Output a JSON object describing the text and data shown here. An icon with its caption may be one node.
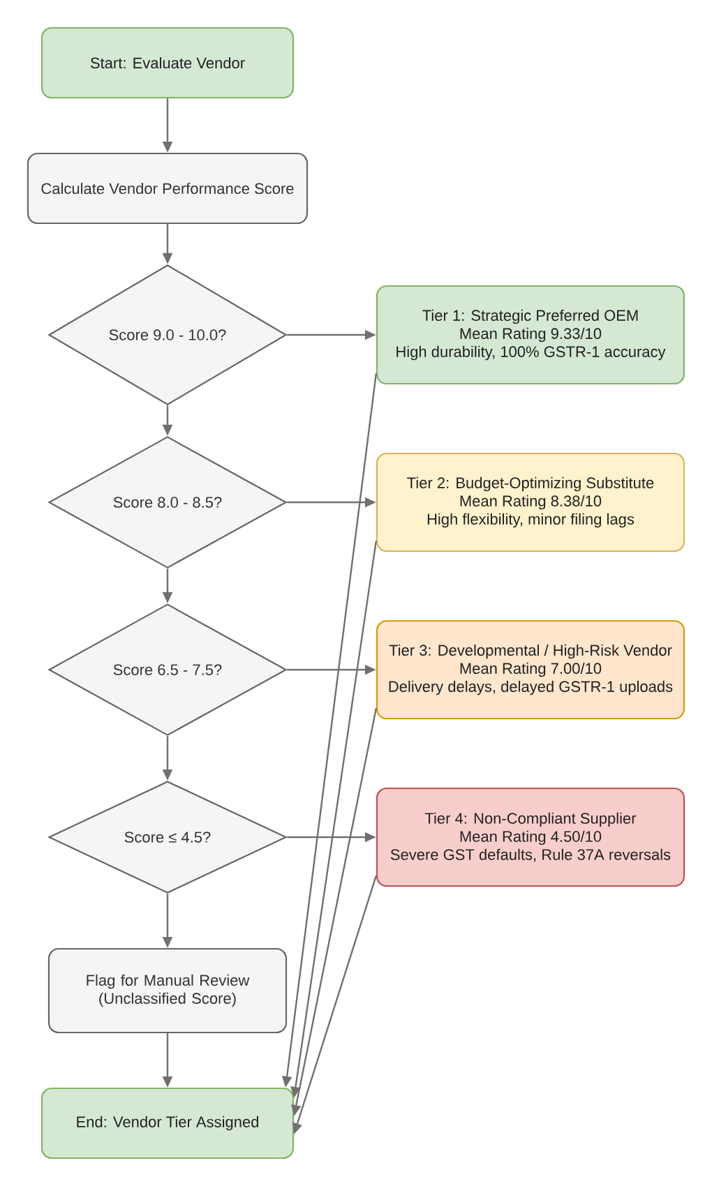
{
  "diagram": {
    "nodes": [
      {
        "text": [
          "Start: Evaluate Vendor"
        ]
      },
      {
        "text": [
          "Calculate Vendor Performance Score"
        ]
      },
      {
        "text": [
          "Score 9.0 - 10.0?"
        ]
      },
      {
        "text": [
          "Tier 1: Strategic Preferred OEM",
          "Mean Rating 9.33/10",
          "High durability, 100% GSTR-1 accuracy"
        ]
      },
      {
        "text": [
          "Score 8.0 - 8.5?"
        ]
      },
      {
        "text": [
          "Tier 2: Budget-Optimizing Substitute",
          "Mean Rating 8.38/10",
          "High flexibility, minor filing lags"
        ]
      },
      {
        "text": [
          "Score 6.5 - 7.5?"
        ]
      },
      {
        "text": [
          "Tier 3: Developmental / High-Risk Vendor",
          "Mean Rating 7.00/10",
          "Delivery delays, delayed GSTR-1 uploads"
        ]
      },
      {
        "text": [
          "Score ≤ 4.5?"
        ]
      },
      {
        "text": [
          "Tier 4: Non-Compliant Supplier",
          "Mean Rating 4.50/10",
          "Severe GST defaults, Rule 37A reversals"
        ]
      },
      {
        "text": [
          "Flag for Manual Review (Unclassified Score)"
        ]
      },
      {
        "text": [
          "End: Vendor Tier Assigned"
        ]
      }
    ],
    "edges": [
      {
        "from": 0,
        "to": 1,
        "arrow": "to"
      },
      {
        "from": 1,
        "to": 2,
        "arrow": "to"
      },
      {
        "from": 2,
        "to": 3,
        "arrow": "to"
      },
      {
        "from": 2,
        "to": 4,
        "arrow": "to"
      },
      {
        "from": 4,
        "to": 5,
        "arrow": "to"
      },
      {
        "from": 4,
        "to": 6,
        "arrow": "to"
      },
      {
        "from": 6,
        "to": 7,
        "arrow": "to"
      },
      {
        "from": 6,
        "to": 8,
        "arrow": "to"
      },
      {
        "from": 8,
        "to": 9,
        "arrow": "to"
      },
      {
        "from": 8,
        "to": 10,
        "arrow": "to"
      },
      {
        "from": 10,
        "to": 11,
        "arrow": "to"
      },
      {
        "from": 3,
        "to": 11,
        "arrow": "to"
      },
      {
        "from": 5,
        "to": 11,
        "arrow": "to"
      },
      {
        "from": 7,
        "to": 11,
        "arrow": "to"
      },
      {
        "from": 9,
        "to": 11,
        "arrow": "to"
      }
    ]
  }
}
